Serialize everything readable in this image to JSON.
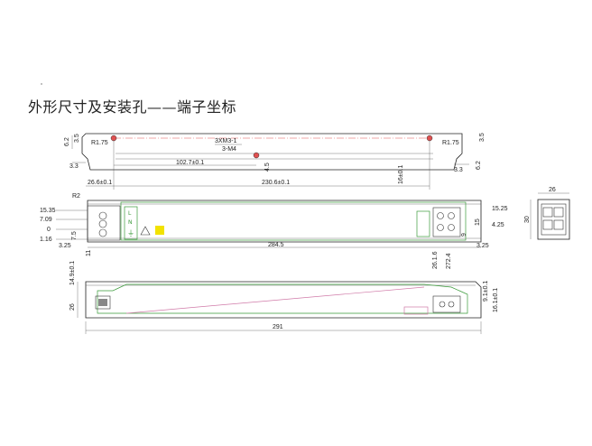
{
  "title": "外形尺寸及安装孔——端子坐标",
  "top_view": {
    "left_radius": "R1.75",
    "right_radius": "R1.75",
    "left_6_2": "6.2",
    "left_3_5": "3.5",
    "left_3_3": "3.3",
    "right_3_5": "3.5",
    "right_3_3": "3.3",
    "right_6_2": "6.2",
    "screw_label": "3XM3-1",
    "screw_sub": "3-M4",
    "dim_102_7": "102.7±0.1",
    "dim_4_5": "4.5",
    "dim_16": "16±0.1",
    "dim_26_6": "26.6±0.1",
    "dim_230_6": "230.6±0.1"
  },
  "front_view": {
    "r2": "R2",
    "d15_35": "15.35",
    "d7_09": "7.09",
    "d0": "0",
    "d1_16": "1.16",
    "d7_5": "7.5",
    "d3_25_left": "3.25",
    "d11": "11",
    "d284_5": "284.5",
    "d3_25_right": "3.25",
    "d15_25": "15.25",
    "d4_25": "4.25",
    "d15": "15",
    "d9": "9",
    "d26_1_6": "26.1.6",
    "d272_4": "272.4",
    "terminal_L": "L",
    "terminal_N": "N"
  },
  "end_view": {
    "width": "26",
    "height": "30"
  },
  "bottom_view": {
    "d14_9": "14.9±0.1",
    "d26": "26",
    "d9_1": "9.1±0.1",
    "d16_1": "16.1±0.1",
    "d291": "291"
  },
  "colors": {
    "green_outline": "#3a9a3a",
    "pink_outline": "#d07aa8",
    "red_centerline": "#e05050",
    "warning_yellow": "#f2e200"
  }
}
